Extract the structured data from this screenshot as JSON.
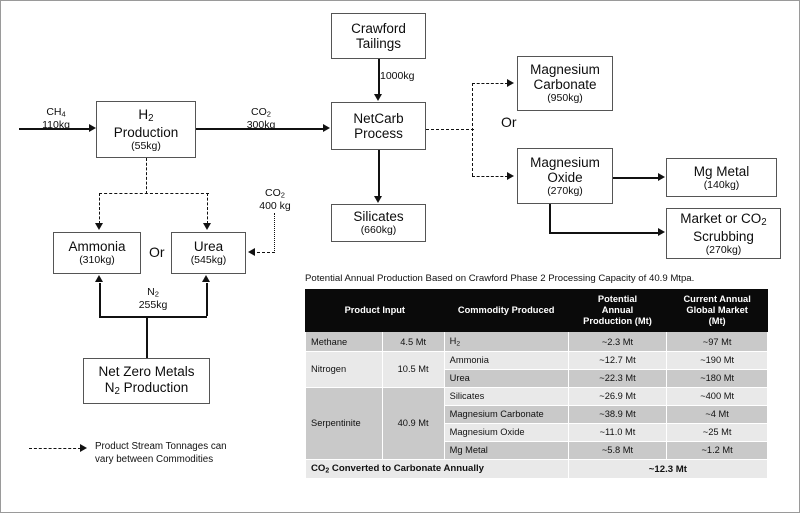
{
  "diagram": {
    "nodes": {
      "crawford_tailings": {
        "title": "Crawford Tailings",
        "sub": ""
      },
      "h2_production": {
        "title": "H2 Production",
        "sub": "(55kg)"
      },
      "netcarb": {
        "title": "NetCarb Process",
        "sub": ""
      },
      "silicates": {
        "title": "Silicates",
        "sub": "(660kg)"
      },
      "ammonia": {
        "title": "Ammonia",
        "sub": "(310kg)"
      },
      "urea": {
        "title": "Urea",
        "sub": "(545kg)"
      },
      "net_zero_metals": {
        "title": "Net Zero Metals N2 Production",
        "sub": ""
      },
      "magnesium_carbonate": {
        "title": "Magnesium Carbonate",
        "sub": "(950kg)"
      },
      "magnesium_oxide": {
        "title": "Magnesium Oxide",
        "sub": "(270kg)"
      },
      "mg_metal": {
        "title": "Mg Metal",
        "sub": "(140kg)"
      },
      "market_co2_scrubbing": {
        "title": "Market or CO2 Scrubbing",
        "sub": "(270kg)"
      }
    },
    "flow_labels": {
      "ch4": {
        "line1": "CH4",
        "line2": "110kg"
      },
      "co2_300": {
        "line1": "CO2",
        "line2": "300kg"
      },
      "tailings_1000": {
        "line1": "1000kg"
      },
      "co2_400": {
        "line1": "CO2",
        "line2": "400 kg"
      },
      "n2_255": {
        "line1": "N2",
        "line2": "255kg"
      }
    },
    "or_labels": {
      "left": "Or",
      "right": "Or"
    },
    "legend": {
      "line1": "Product Stream Tonnages can",
      "line2": "vary between Commodities"
    }
  },
  "table": {
    "caption": "Potential Annual Production Based on Crawford Phase 2 Processing Capacity of 40.9 Mtpa.",
    "headers": [
      "Product Input",
      "Commodity Produced",
      "Potential Annual Production (Mt)",
      "Current Annual Global Market (Mt)"
    ],
    "inputs": [
      {
        "name": "Methane",
        "amount": "4.5 Mt",
        "rowspan": 1
      },
      {
        "name": "Nitrogen",
        "amount": "10.5 Mt",
        "rowspan": 2
      },
      {
        "name": "Serpentinite",
        "amount": "40.9 Mt",
        "rowspan": 4
      }
    ],
    "rows": [
      {
        "commodity": "H2",
        "potential": "~2.3 Mt",
        "market": "~97 Mt"
      },
      {
        "commodity": "Ammonia",
        "potential": "~12.7 Mt",
        "market": "~190 Mt"
      },
      {
        "commodity": "Urea",
        "potential": "~22.3 Mt",
        "market": "~180 Mt"
      },
      {
        "commodity": "Silicates",
        "potential": "~26.9 Mt",
        "market": "~400 Mt"
      },
      {
        "commodity": "Magnesium Carbonate",
        "potential": "~38.9 Mt",
        "market": "~4 Mt"
      },
      {
        "commodity": "Magnesium Oxide",
        "potential": "~11.0 Mt",
        "market": "~25 Mt"
      },
      {
        "commodity": "Mg Metal",
        "potential": "~5.8 Mt",
        "market": "~1.2 Mt"
      }
    ],
    "footer": {
      "label": "CO2 Converted to Carbonate Annually",
      "value": "~12.3 Mt"
    }
  },
  "colors": {
    "header_bg": "#0a0a0a",
    "row_dark": "#c9c9c9",
    "row_light": "#e9e9e9",
    "line": "#111111"
  }
}
